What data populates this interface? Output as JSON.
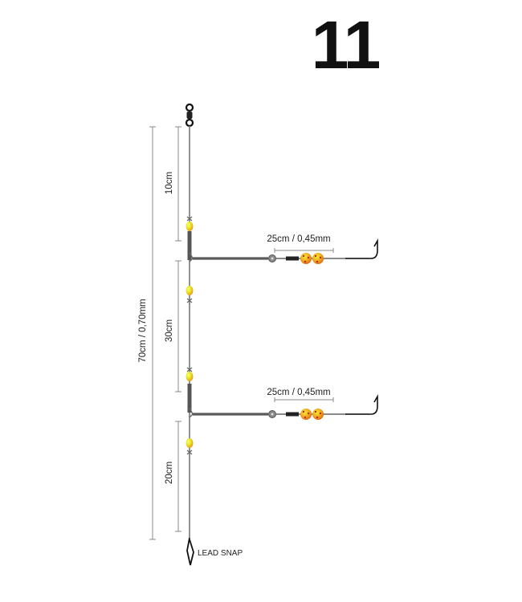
{
  "rig_number": "11",
  "dimensions": {
    "total": "70cm / 0,70mm",
    "top": "10cm",
    "middle": "30cm",
    "bottom": "20cm"
  },
  "branches": [
    {
      "label": "25cm / 0,45mm"
    },
    {
      "label": "25cm / 0,45mm"
    }
  ],
  "lead_snap": "LEAD SNAP",
  "colors": {
    "line": "#666666",
    "bead_yellow": "#e6ea1f",
    "bead_orange": "#f0a030",
    "hook": "#111111"
  }
}
